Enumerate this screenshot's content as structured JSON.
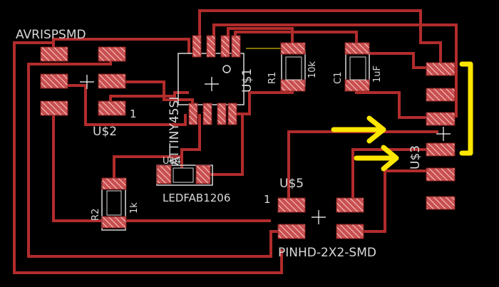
{
  "colors": {
    "background": "#000000",
    "trace": "#b22c2c",
    "pad_fill": "#c85050",
    "pad_hatch": "#ffcccc",
    "silkscreen": "#d9d9d9",
    "arrow": "#ffe600",
    "led_fill": "#ffe600"
  },
  "labels": {
    "avrisp": "AVRISPSMD",
    "u2": "U$2",
    "pin1_avrisp": "1",
    "attiny": "ATTINY45SI",
    "u1": "U$1",
    "r1": "R1",
    "r1_value": "10k",
    "c1": "C1",
    "c1_value": "1uF",
    "u3": "U$3",
    "u4": "U$4",
    "led": "LEDFAB1206",
    "r2": "R2",
    "r2_value": "1k",
    "u5": "U$5",
    "pin1_u5": "1",
    "pinhd": "PINHD-2X2-SMD"
  },
  "annotations": {
    "arrow_count": 2,
    "bracket": "right-of-U$3-header"
  }
}
